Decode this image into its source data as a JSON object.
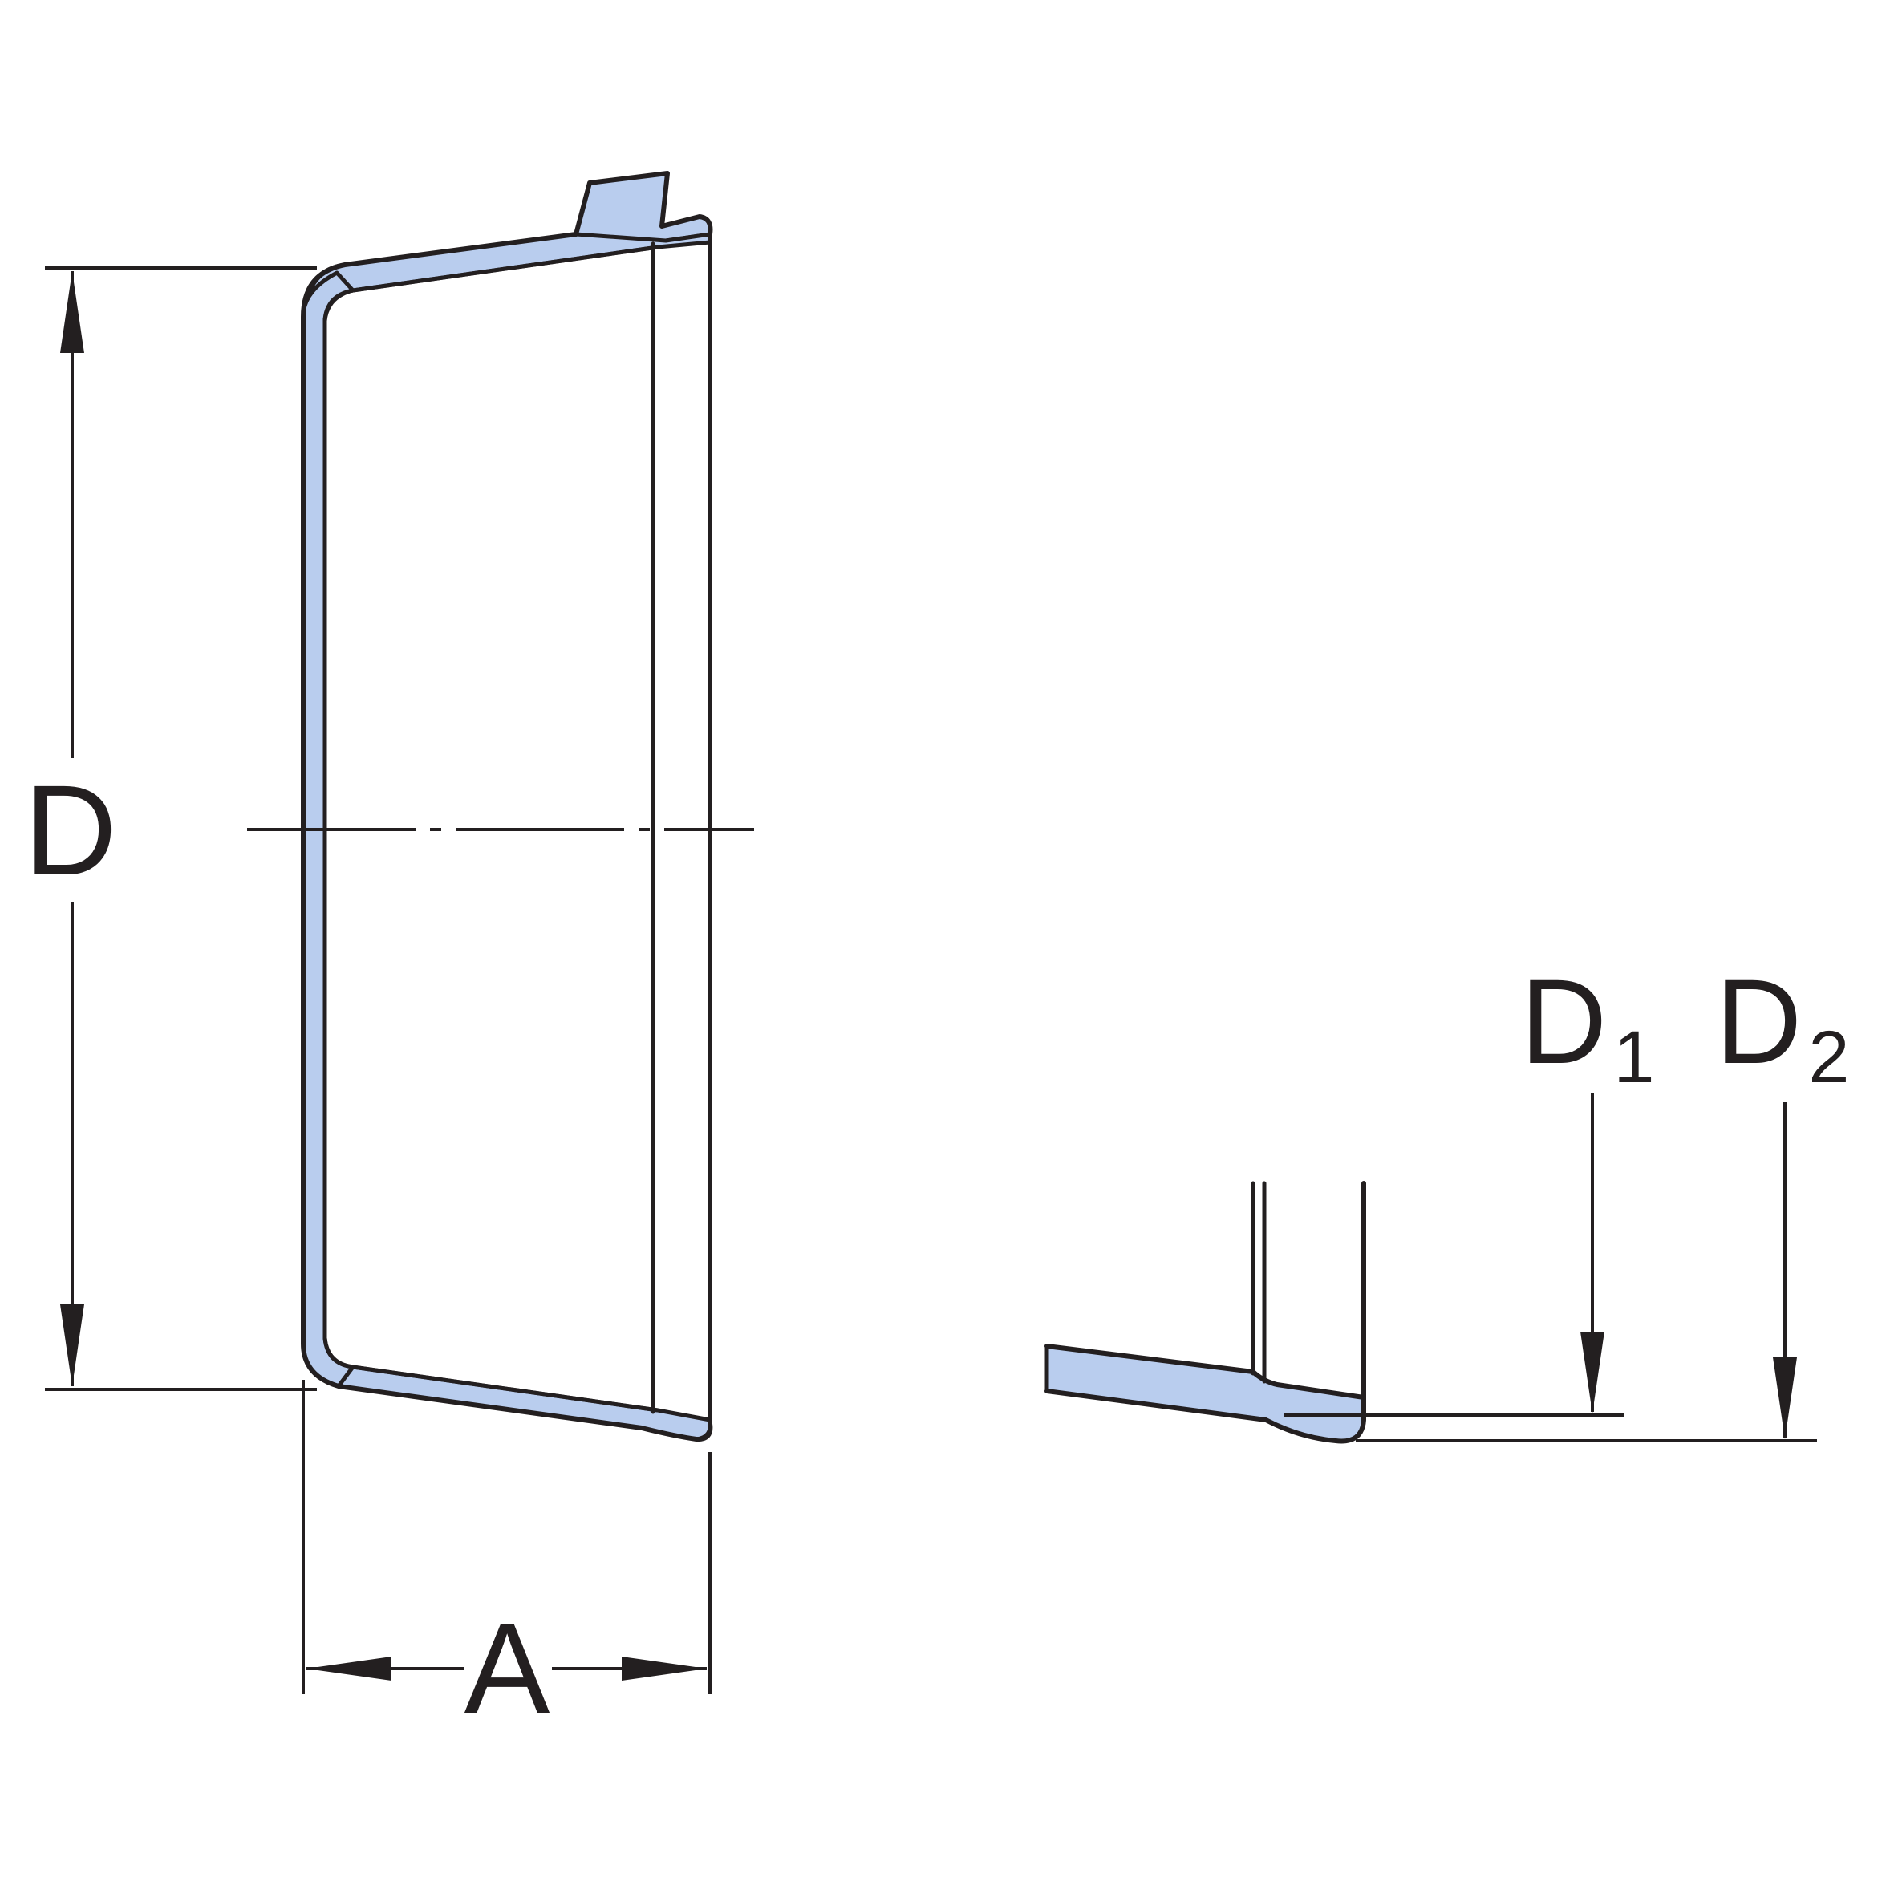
{
  "labels": {
    "D": "D",
    "A": "A",
    "D1": {
      "base": "D",
      "sub": "1"
    },
    "D2": {
      "base": "D",
      "sub": "2"
    }
  },
  "colors": {
    "outline": "#231f20",
    "fill": "#b9cdee",
    "background": "#ffffff"
  }
}
